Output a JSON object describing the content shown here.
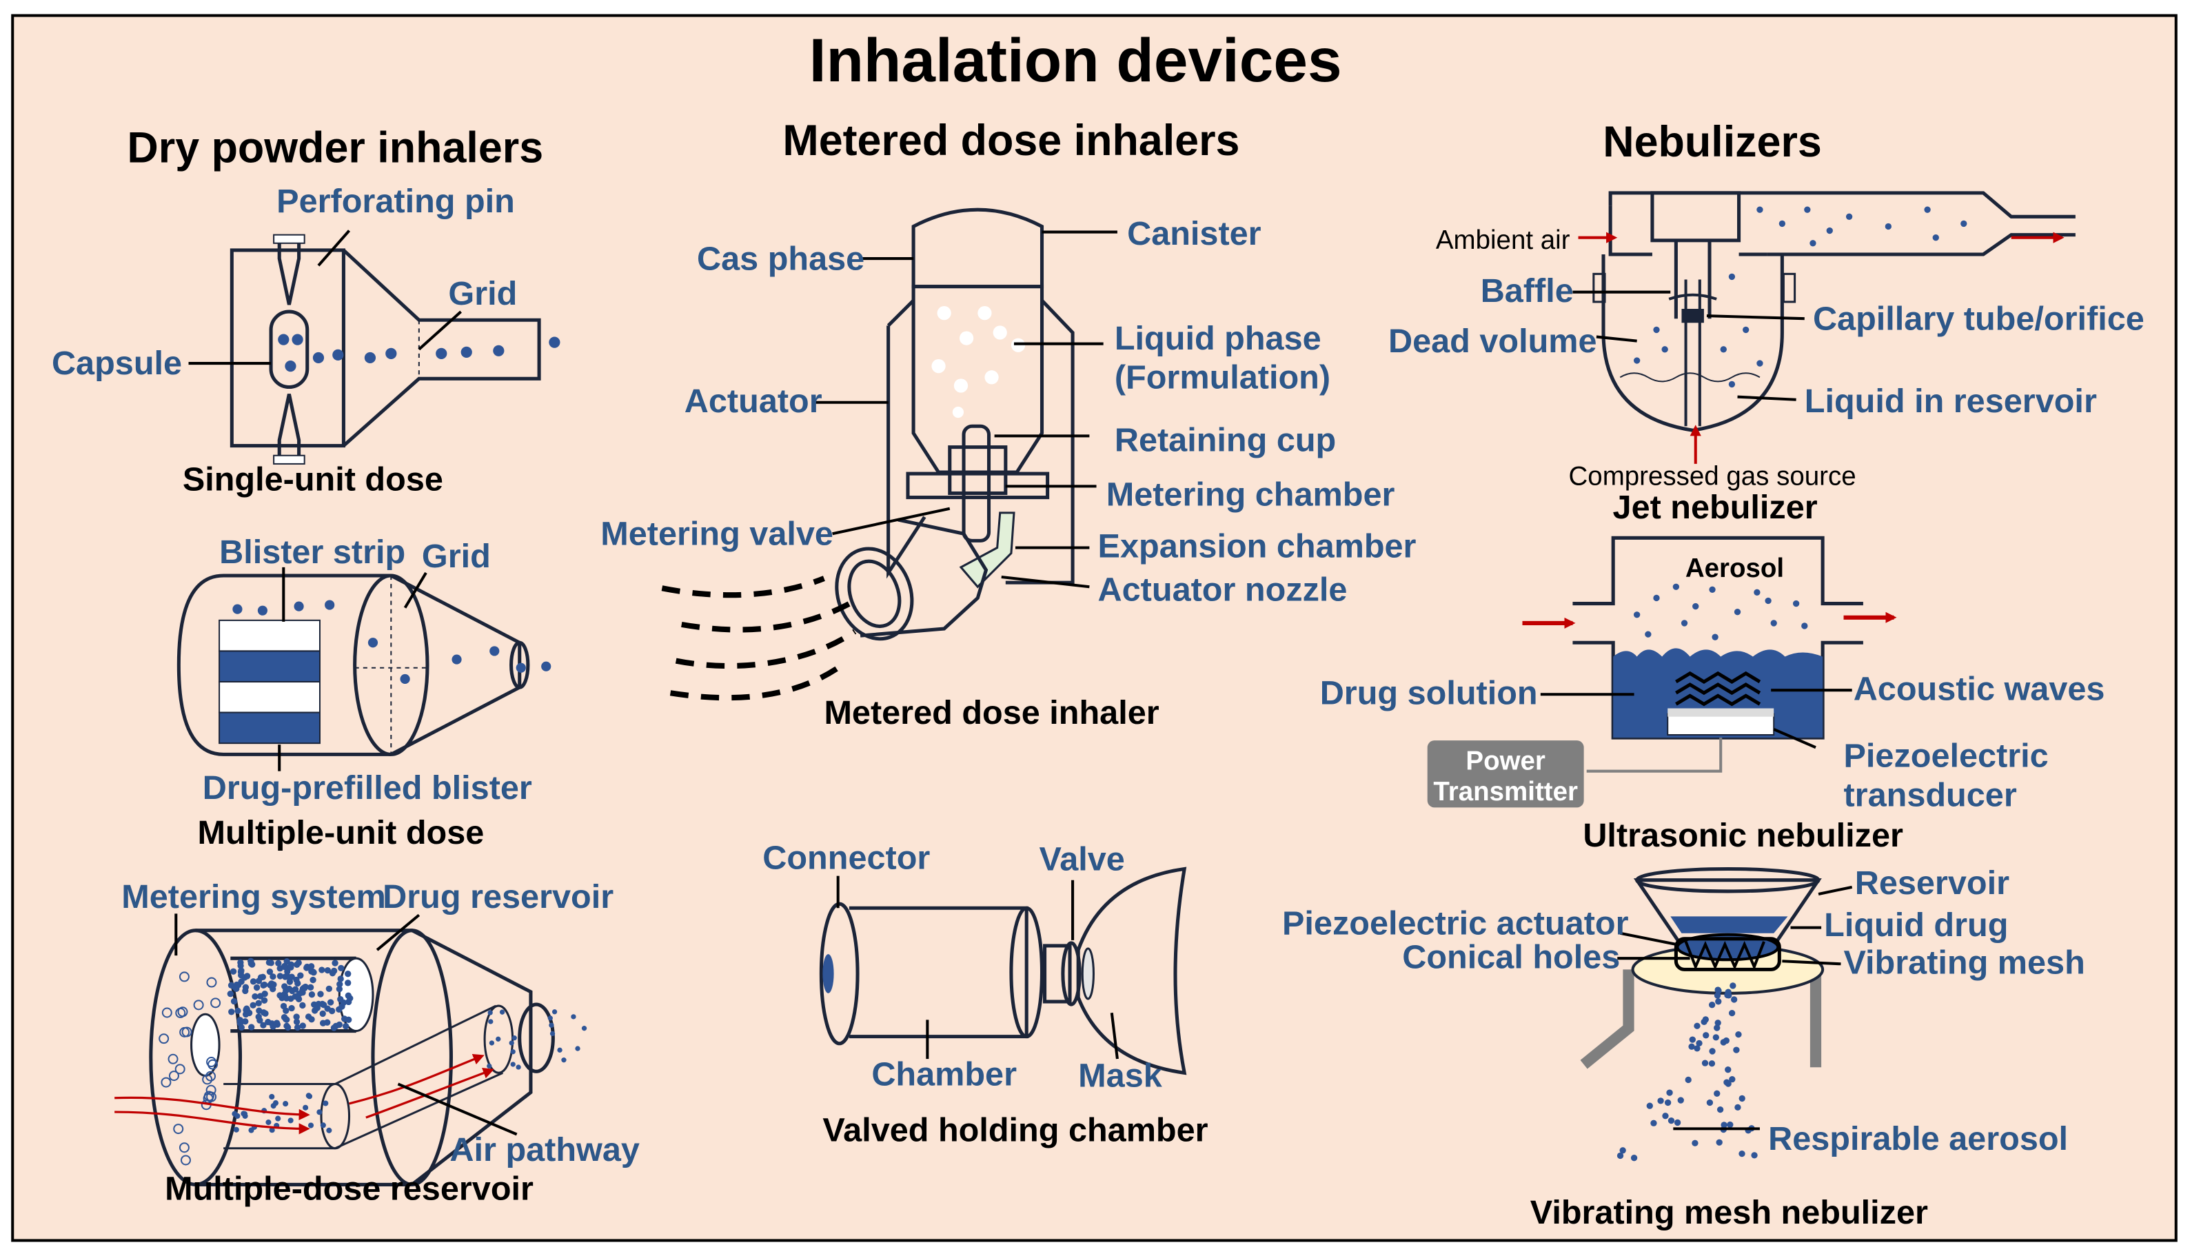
{
  "title": "Inhalation devices",
  "colors": {
    "background": "#fbe5d6",
    "label": "#2d5789",
    "dot": "#2f5597",
    "arrow": "#c00000",
    "drug": "#ed7d31",
    "gas": "#e2f0d9",
    "blue_fill": "#2f5597",
    "yellow": "#ffc000"
  },
  "sections": {
    "dpi": {
      "heading": "Dry powder inhalers",
      "single": {
        "caption": "Single-unit dose",
        "labels": {
          "pin": "Perforating pin",
          "grid": "Grid",
          "capsule": "Capsule"
        }
      },
      "multiple": {
        "caption": "Multiple-unit dose",
        "labels": {
          "blister_strip": "Blister strip",
          "grid": "Grid",
          "prefilled": "Drug-prefilled blister"
        }
      },
      "reservoir": {
        "caption": "Multiple-dose reservoir",
        "labels": {
          "metering": "Metering system",
          "drug_reservoir": "Drug reservoir",
          "air": "Air pathway"
        }
      }
    },
    "mdi": {
      "heading": "Metered dose inhalers",
      "inhaler": {
        "caption": "Metered dose inhaler",
        "labels": {
          "gas": "Cas phase",
          "canister": "Canister",
          "liquid1": "Liquid phase",
          "liquid2": "(Formulation)",
          "actuator": "Actuator",
          "retaining": "Retaining cup",
          "metering_chamber": "Metering chamber",
          "metering_valve": "Metering valve",
          "expansion": "Expansion chamber",
          "nozzle": "Actuator nozzle"
        }
      },
      "chamber": {
        "caption": "Valved holding chamber",
        "labels": {
          "connector": "Connector",
          "valve": "Valve",
          "chamber": "Chamber",
          "mask": "Mask"
        }
      }
    },
    "neb": {
      "heading": "Nebulizers",
      "jet": {
        "caption": "Jet nebulizer",
        "labels": {
          "ambient": "Ambient air",
          "baffle": "Baffle",
          "dead": "Dead volume",
          "capillary": "Capillary tube/orifice",
          "liquid": "Liquid in reservoir",
          "gas": "Compressed gas source"
        }
      },
      "ultrasonic": {
        "caption": "Ultrasonic  nebulizer",
        "labels": {
          "aerosol": "Aerosol",
          "drug_solution": "Drug solution",
          "acoustic": "Acoustic waves",
          "power1": "Power",
          "power2": "Transmitter",
          "piezo1": "Piezoelectric",
          "piezo2": "transducer"
        }
      },
      "mesh": {
        "caption": "Vibrating  mesh nebulizer",
        "labels": {
          "reservoir": "Reservoir",
          "liquid": "Liquid drug",
          "actuator": "Piezoelectric actuator",
          "holes": "Conical holes",
          "mesh": "Vibrating mesh",
          "aerosol": "Respirable aerosol"
        }
      }
    }
  }
}
